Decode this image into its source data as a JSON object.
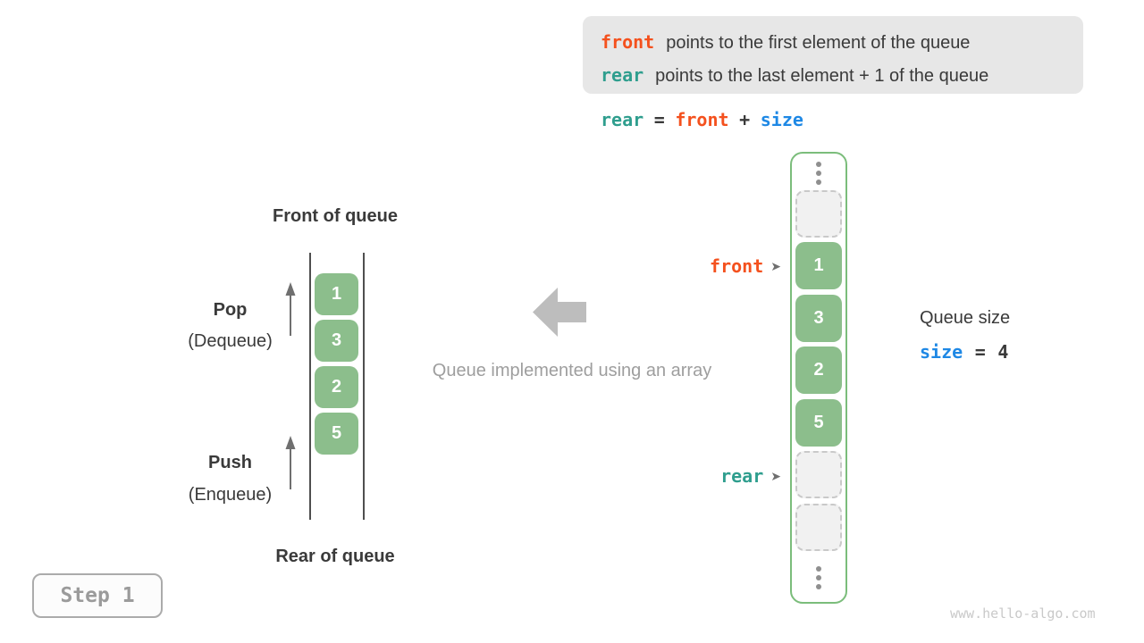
{
  "colors": {
    "front_orange": "#f4511e",
    "rear_teal": "#2f9e8e",
    "size_blue": "#1e88e5",
    "cell_green": "#8cbe8c",
    "container_border_green": "#7bbd7b",
    "dark_text": "#3a3a3a",
    "muted_gray": "#9e9e9e"
  },
  "info_box": {
    "line1_keyword": "front",
    "line1_text": "points to the first element of the queue",
    "line2_keyword": "rear",
    "line2_text": "points to the last element + 1 of the queue"
  },
  "formula": {
    "lhs": "rear",
    "eq": "=",
    "op1": "front",
    "plus": "+",
    "op2": "size"
  },
  "left_queue": {
    "front_label": "Front of queue",
    "rear_label": "Rear of queue",
    "pop_title": "Pop",
    "pop_sub": "(Dequeue)",
    "push_title": "Push",
    "push_sub": "(Enqueue)",
    "cells": [
      "1",
      "3",
      "2",
      "5"
    ]
  },
  "caption": "Queue implemented using an array",
  "right_array": {
    "pointer_arrow": "➤",
    "front_pointer": "front",
    "rear_pointer": "rear",
    "cells": [
      {
        "type": "empty",
        "value": ""
      },
      {
        "type": "filled",
        "value": "1"
      },
      {
        "type": "filled",
        "value": "3"
      },
      {
        "type": "filled",
        "value": "2"
      },
      {
        "type": "filled",
        "value": "5"
      },
      {
        "type": "empty",
        "value": ""
      },
      {
        "type": "empty",
        "value": ""
      }
    ]
  },
  "queue_size": {
    "title": "Queue size",
    "var": "size",
    "eq": "=",
    "value": "4"
  },
  "step_badge": "Step 1",
  "watermark": "www.hello-algo.com"
}
